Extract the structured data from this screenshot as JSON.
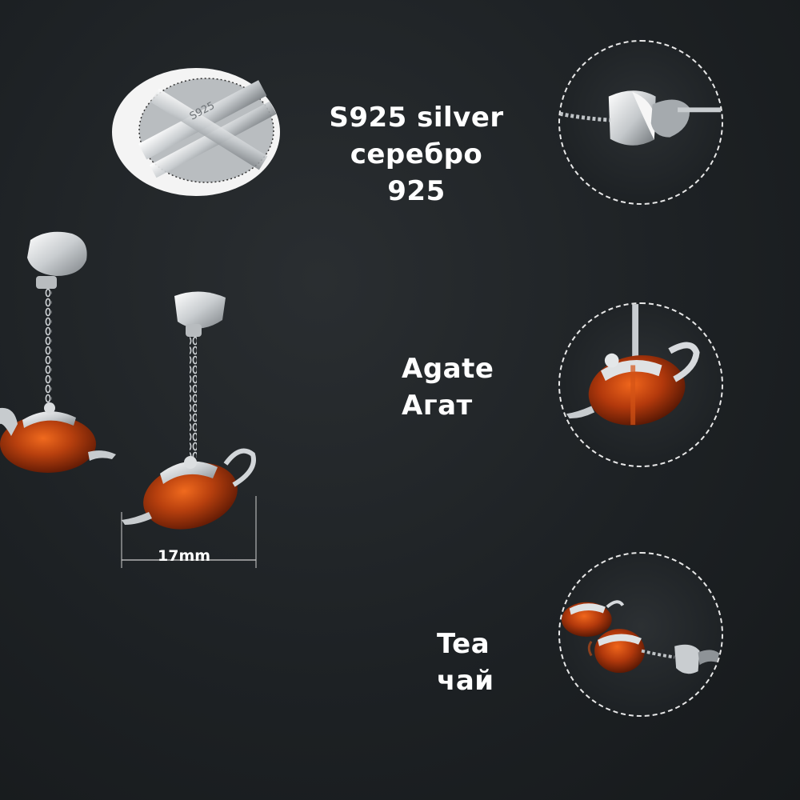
{
  "labels": {
    "silver": {
      "line1": "S925 silver",
      "line2": "серебро 925"
    },
    "agate": {
      "line1": "Agate",
      "line2": "Агат"
    },
    "tea": {
      "line1": "Tea",
      "line2": "чай"
    }
  },
  "stamp_text": "S925",
  "measurement": {
    "value": "17mm"
  },
  "colors": {
    "background": "#1d2124",
    "amber": "#b8400e",
    "amber_dark": "#6e1f06",
    "silver": "#d9dcde",
    "text": "#ffffff"
  }
}
